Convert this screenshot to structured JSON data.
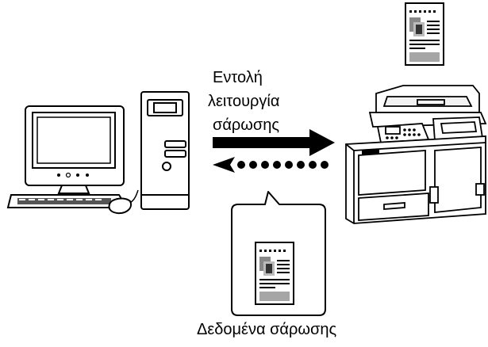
{
  "labels": {
    "command_line1": "Εντολή",
    "command_line2": "λειτουργία",
    "command_line3": "σάρωσης",
    "scan_data": "Δεδομένα σάρωσης"
  },
  "colors": {
    "stroke": "#000000",
    "gray": "#a6a6a6",
    "fill": "#ffffff"
  }
}
